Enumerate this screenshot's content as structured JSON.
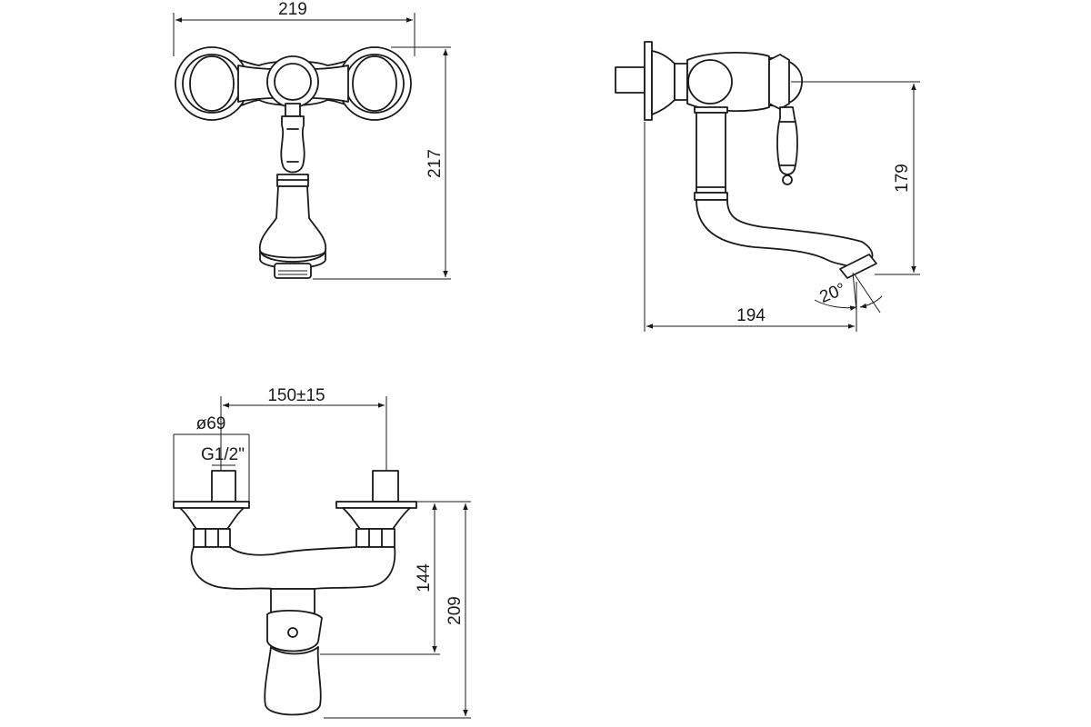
{
  "drawing": {
    "front_view": {
      "width_label": "219",
      "height_label": "217"
    },
    "side_view": {
      "height_label": "179",
      "depth_label": "194",
      "angle_label": "20°"
    },
    "bottom_view": {
      "spacing_label": "150±15",
      "flange_label": "ø69",
      "thread_label": "G1/2\"",
      "body_height_label": "144",
      "total_height_label": "209"
    }
  }
}
